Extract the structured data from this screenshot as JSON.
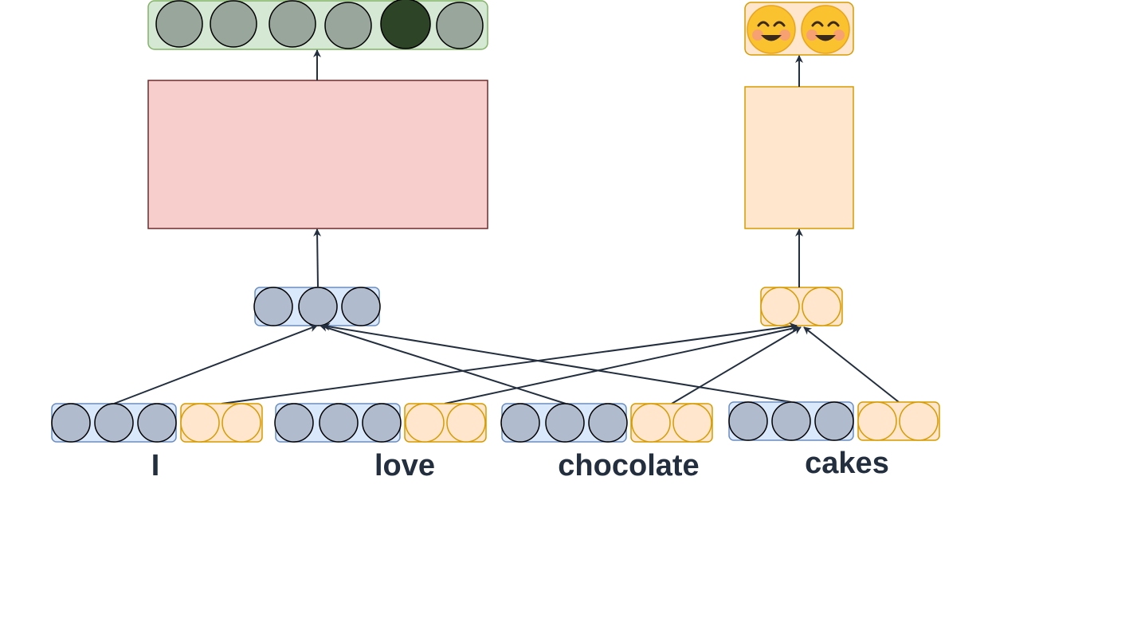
{
  "words": [
    "I",
    "love",
    "chocolate",
    "cakes"
  ],
  "output_emojis": [
    "😊",
    "😊"
  ],
  "colors": {
    "blue_fill": "#dae8fc",
    "blue_stroke": "#6c8ebf",
    "blue_node": "#b0bccd",
    "orange_fill": "#ffe6cc",
    "orange_stroke": "#d79b00",
    "orange_node": "#ffe6cc",
    "green_fill": "#d5e8d4",
    "green_stroke": "#82b366",
    "green_node": "#98a69b",
    "green_node_active": "#2d4526",
    "red_fill": "#f8cecc",
    "red_stroke": "#6f2c2c",
    "node_stroke": "#000000",
    "arrow": "#232f3e",
    "label": "#232f3e"
  },
  "icons": {
    "emoji": "smiling-face-icon",
    "arrow": "arrowhead-icon"
  }
}
